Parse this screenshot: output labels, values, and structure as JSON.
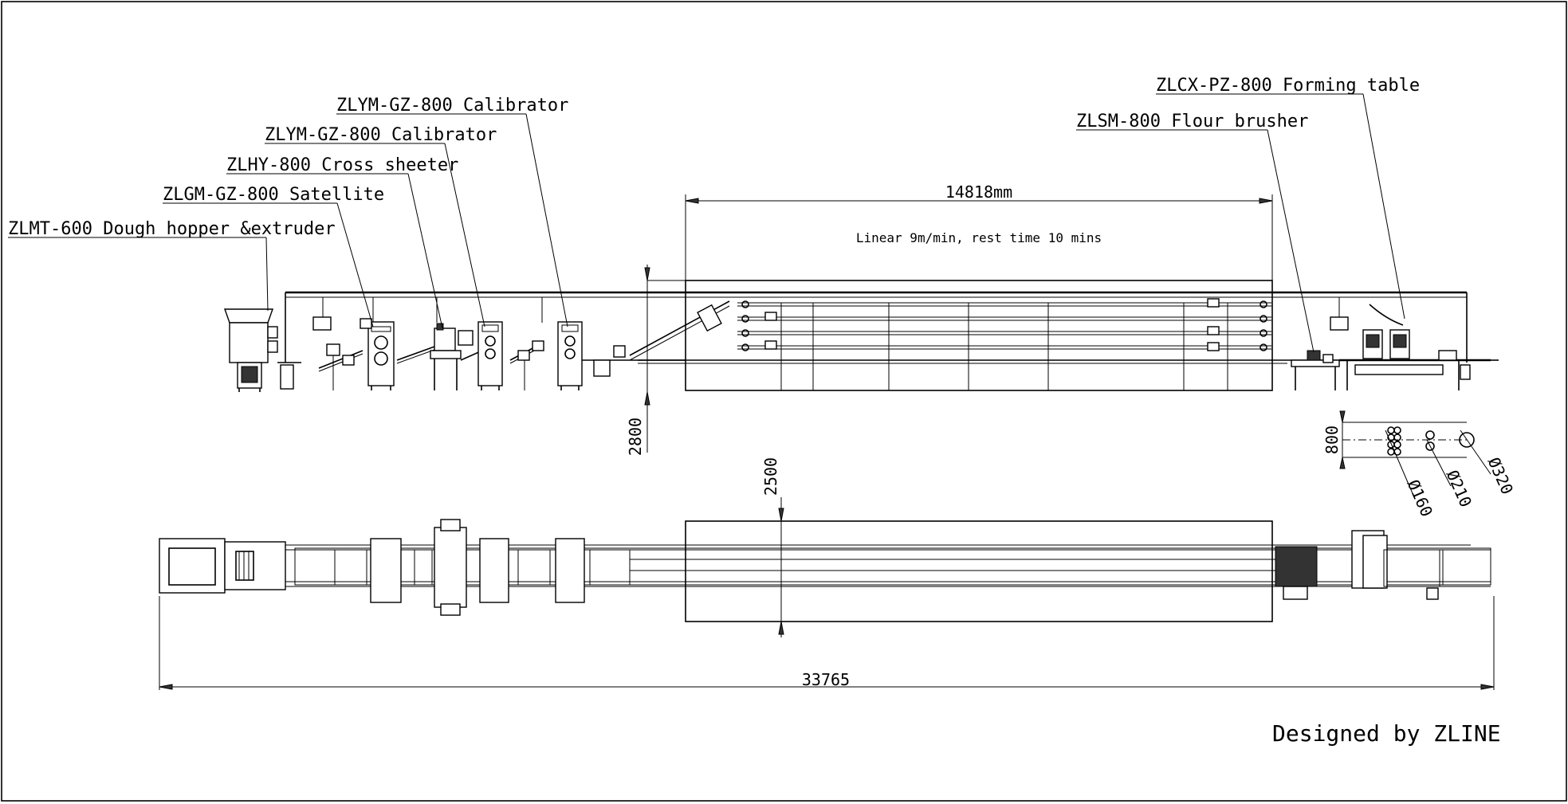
{
  "labels": {
    "hopper": "ZLMT-600 Dough hopper &extruder",
    "satellite": "ZLGM-GZ-800 Satellite",
    "cross_sheeter": "ZLHY-800 Cross sheeter",
    "calibrator_1": "ZLYM-GZ-800 Calibrator",
    "calibrator_2": "ZLYM-GZ-800  Calibrator",
    "flour_brusher": "ZLSM-800  Flour brusher",
    "forming_table": "ZLCX-PZ-800 Forming table"
  },
  "dimensions": {
    "resting_length": "14818mm",
    "resting_note": "Linear 9m/min, rest time 10 mins",
    "height": "2800",
    "width": "2500",
    "forming_width": "800",
    "total_length": "33765",
    "dia_160": "Ø160",
    "dia_210": "Ø210",
    "dia_320": "Ø320"
  },
  "footer": {
    "designer": "Designed by ZLINE"
  }
}
